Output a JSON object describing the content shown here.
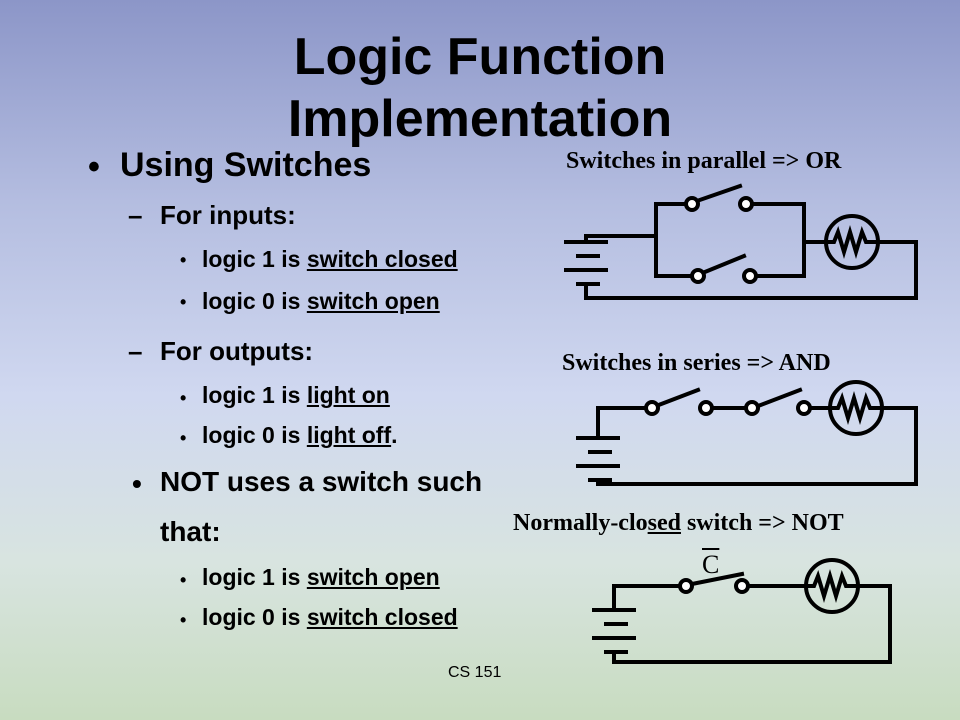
{
  "title": {
    "line1": "Logic Function",
    "line2": "Implementation"
  },
  "bullets": {
    "main": "Using Switches",
    "inputs_label": "For inputs:",
    "inputs": [
      {
        "prefix": "logic 1 is ",
        "value": "switch closed"
      },
      {
        "prefix": "logic 0 is ",
        "value": "switch open"
      }
    ],
    "outputs_label": "For outputs:",
    "outputs": [
      {
        "prefix": "logic 1 is ",
        "value": "light on"
      },
      {
        "prefix": "logic 0 is ",
        "value": "light off",
        "suffix": "."
      }
    ],
    "not_line1": "NOT uses a switch such",
    "not_line2": "that:",
    "not_items": [
      {
        "prefix": "logic 1 is ",
        "value": "switch open"
      },
      {
        "prefix": "logic 0 is ",
        "value": "switch closed"
      }
    ]
  },
  "diagrams": {
    "or_caption": "Switches in parallel => OR",
    "and_caption": "Switches in series => AND",
    "not_caption_a": "Normally-clo",
    "not_caption_b": "sed",
    "not_caption_c": " switch => NOT",
    "not_switch_label": "C"
  },
  "footer": "CS 151"
}
